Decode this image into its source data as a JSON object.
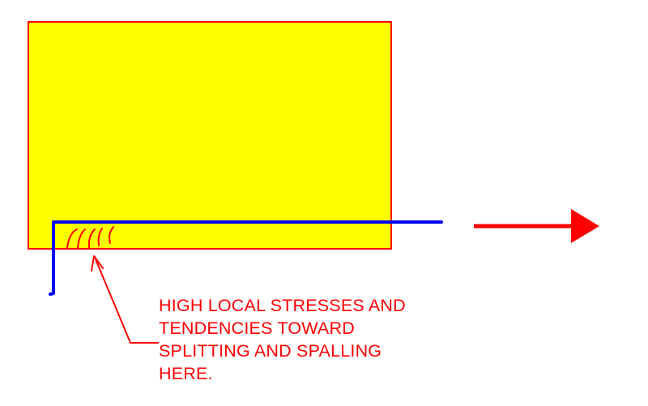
{
  "annotation": {
    "lines": [
      "HIGH LOCAL STRESSES AND",
      "TENDENCIES TOWARD",
      "SPLITTING AND SPALLING",
      "HERE."
    ]
  },
  "colors": {
    "block_fill": "#ffff00",
    "block_border": "#ff0000",
    "bar": "#0000ee",
    "cracks": "#ff0000",
    "arrow": "#ff0000",
    "text": "#ff0000"
  }
}
